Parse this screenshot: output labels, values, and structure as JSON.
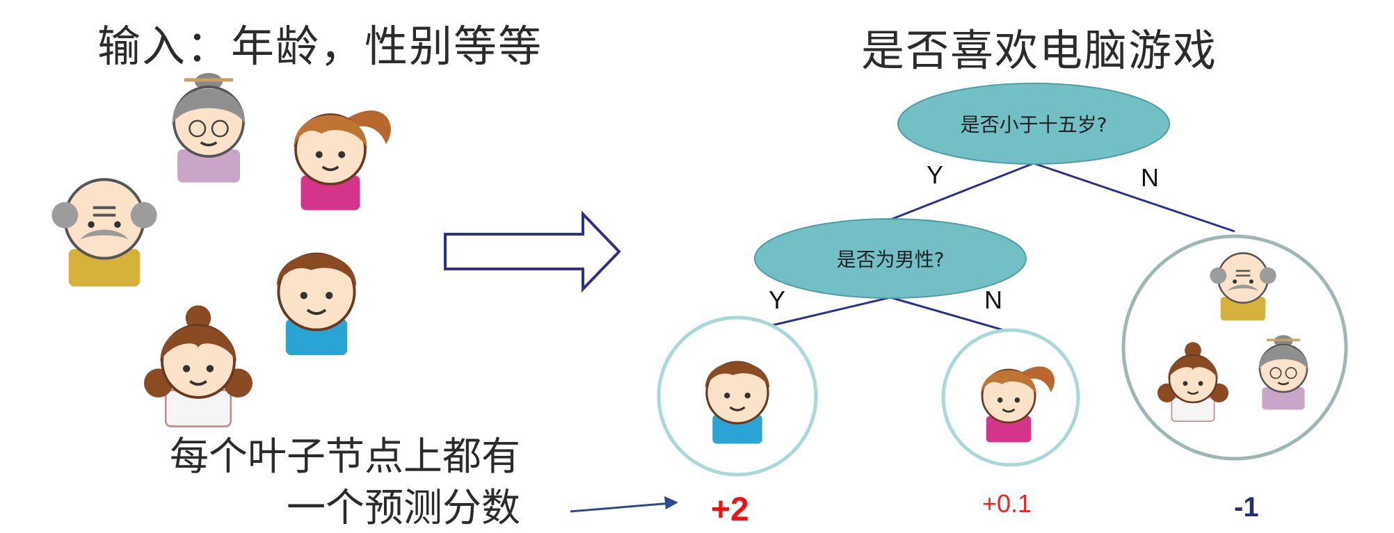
{
  "input_title": "输入：年龄，性别等等",
  "output_title": "是否喜欢电脑游戏",
  "tree": {
    "root": {
      "question": "是否小于十五岁?"
    },
    "child": {
      "question": "是否为男性?"
    },
    "edges": {
      "yes": "Y",
      "no": "N"
    }
  },
  "note_lines": [
    "每个叶子节点上都有",
    "一个预测分数"
  ],
  "leaves": [
    {
      "score": "+2",
      "color": "#ee1111"
    },
    {
      "score": "+0.1",
      "color": "#ee2222"
    },
    {
      "score": "-1",
      "color": "#1f2f70"
    }
  ],
  "colors": {
    "node_fill": "#72c0c5",
    "node_stroke": "#4aa0a6",
    "edge": "#2b2f8f",
    "leaf_border": "#a9d8db",
    "leaf_border_old": "#9fb6b6",
    "arrow": "#2b2f8f"
  }
}
